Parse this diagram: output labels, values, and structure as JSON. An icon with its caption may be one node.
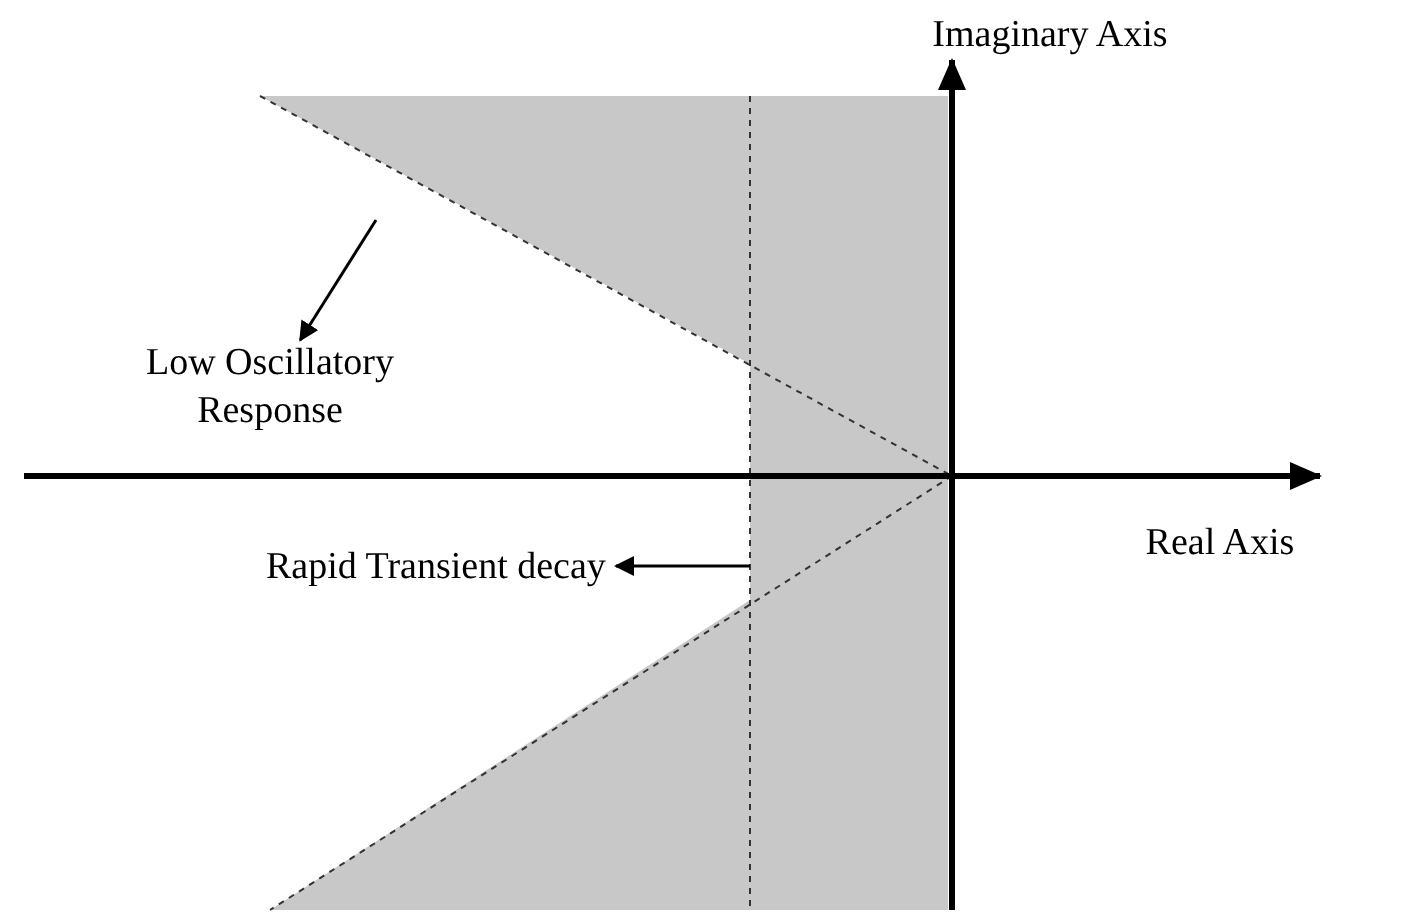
{
  "diagram": {
    "nodes": [
      {
        "text": [
          "Low Oscillatory Response"
        ]
      },
      {
        "text": [
          "Rapid Transient decay"
        ]
      }
    ],
    "edges": [
      {
        "from": null,
        "to": 0,
        "arrow": "to"
      },
      {
        "from": null,
        "to": 1,
        "arrow": "to"
      }
    ],
    "labels": [
      "Imaginary Axis",
      "Real Axis"
    ]
  }
}
